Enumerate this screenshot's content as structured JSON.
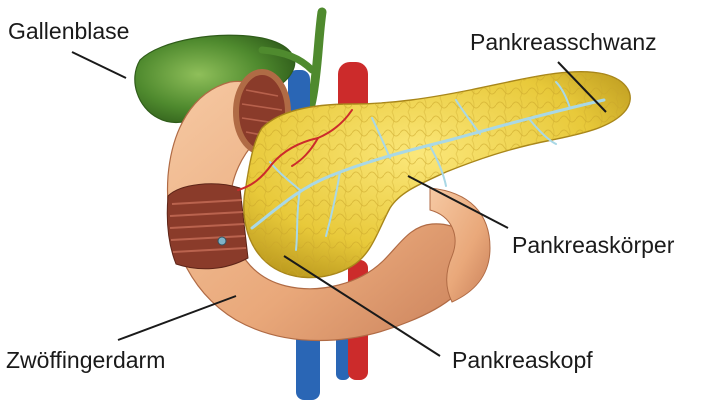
{
  "labels": {
    "gallbladder": "Gallenblase",
    "pancreas_tail": "Pankreasschwanz",
    "pancreas_body": "Pankreaskörper",
    "duodenum": "Zwöffingerdarm",
    "pancreas_head": "Pankreaskopf"
  },
  "colors": {
    "gallbladder": "#4f8a2e",
    "pancreas": "#e8c93a",
    "duodenum": "#e9a87a",
    "vein": "#2a66b5",
    "artery": "#cc2b2b",
    "duct": "#a9d8e6",
    "leader_line": "#1a1a1a"
  }
}
